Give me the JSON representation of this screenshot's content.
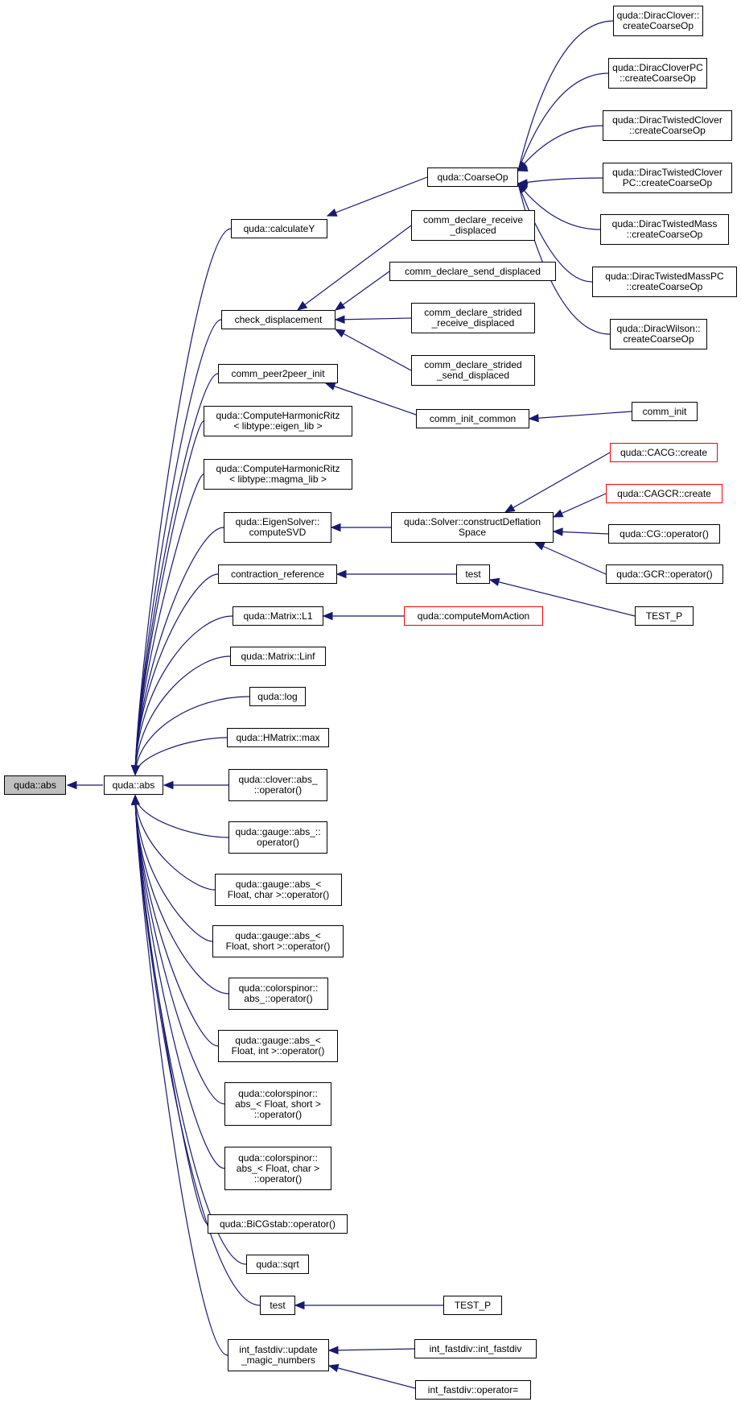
{
  "graph": {
    "nodes": {
      "root": "quda::abs",
      "abs2": "quda::abs",
      "calculateY": "quda::calculateY",
      "coarseOp": "quda::CoarseOp",
      "dc": "quda::DiracClover::\ncreateCoarseOp",
      "dcpc": "quda::DiracCloverPC\n::createCoarseOp",
      "dtc": "quda::DiracTwistedClover\n::createCoarseOp",
      "dtcpc": "quda::DiracTwistedClover\nPC::createCoarseOp",
      "dtm": "quda::DiracTwistedMass\n::createCoarseOp",
      "dtmpc": "quda::DiracTwistedMassPC\n::createCoarseOp",
      "dw": "quda::DiracWilson::\ncreateCoarseOp",
      "checkDisp": "check_displacement",
      "cdr": "comm_declare_receive\n_displaced",
      "cds": "comm_declare_send_displaced",
      "cdsr": "comm_declare_strided\n_receive_displaced",
      "cdss": "comm_declare_strided\n_send_displaced",
      "p2p": "comm_peer2peer_init",
      "cic": "comm_init_common",
      "ci": "comm_init",
      "chr1": "quda::ComputeHarmonicRitz\n< libtype::eigen_lib >",
      "chr2": "quda::ComputeHarmonicRitz\n< libtype::magma_lib >",
      "esvd": "quda::EigenSolver::\ncomputeSVD",
      "cds2": "quda::Solver::constructDeflation\nSpace",
      "cacg": "quda::CACG::create",
      "cagcr": "quda::CAGCR::create",
      "cgop": "quda::CG::operator()",
      "gcrop": "quda::GCR::operator()",
      "contr": "contraction_reference",
      "test1": "test",
      "testp1": "TEST_P",
      "l1": "quda::Matrix::L1",
      "mom": "quda::computeMomAction",
      "linf": "quda::Matrix::Linf",
      "log": "quda::log",
      "hmax": "quda::HMatrix::max",
      "clover": "quda::clover::abs_\n::operator()",
      "gauge": "quda::gauge::abs_::\noperator()",
      "gchar": "quda::gauge::abs_<\nFloat, char >::operator()",
      "gshort": "quda::gauge::abs_<\nFloat, short >::operator()",
      "cs": "quda::colorspinor::\nabs_::operator()",
      "gint": "quda::gauge::abs_<\nFloat, int >::operator()",
      "csshort": "quda::colorspinor::\nabs_< Float, short >\n::operator()",
      "cschar": "quda::colorspinor::\nabs_< Float, char >\n::operator()",
      "bicg": "quda::BiCGstab::operator()",
      "sqrt": "quda::sqrt",
      "test2": "test",
      "testp2": "TEST_P",
      "umn": "int_fastdiv::update\n_magic_numbers",
      "ifd": "int_fastdiv::int_fastdiv",
      "ifdop": "int_fastdiv::operator="
    },
    "colors": {
      "edge": "#191970",
      "root_fill": "#bfbfbf",
      "highlight_border": "#ff0000"
    }
  }
}
